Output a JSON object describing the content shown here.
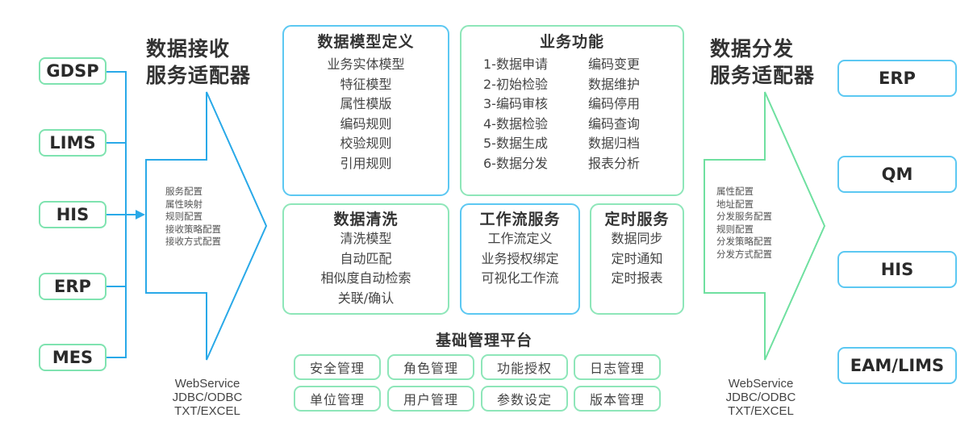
{
  "sources": [
    {
      "label": "GDSP"
    },
    {
      "label": "LIMS"
    },
    {
      "label": "HIS"
    },
    {
      "label": "ERP"
    },
    {
      "label": "MES"
    }
  ],
  "receive_adapter": {
    "title_line1": "数据接收",
    "title_line2": "服务适配器",
    "items": [
      "服务配置",
      "属性映射",
      "规则配置",
      "接收策略配置",
      "接收方式配置"
    ],
    "protocols": [
      "WebService",
      "JDBC/ODBC",
      "TXT/EXCEL"
    ],
    "color": "#29a9e8"
  },
  "data_model": {
    "title": "数据模型定义",
    "items": [
      "业务实体模型",
      "特征模型",
      "属性模版",
      "编码规则",
      "校验规则",
      "引用规则"
    ]
  },
  "business": {
    "title": "业务功能",
    "rows": [
      [
        "1-数据申请",
        "编码变更"
      ],
      [
        "2-初始检验",
        "数据维护"
      ],
      [
        "3-编码审核",
        "编码停用"
      ],
      [
        "4-数据检验",
        "编码查询"
      ],
      [
        "5-数据生成",
        "数据归档"
      ],
      [
        "6-数据分发",
        "报表分析"
      ]
    ]
  },
  "cleansing": {
    "title": "数据清洗",
    "items": [
      "清洗模型",
      "自动匹配",
      "相似度自动检索",
      "关联/确认"
    ]
  },
  "workflow": {
    "title": "工作流服务",
    "items": [
      "工作流定义",
      "业务授权绑定",
      "可视化工作流"
    ]
  },
  "scheduled": {
    "title": "定时服务",
    "items": [
      "数据同步",
      "定时通知",
      "定时报表"
    ]
  },
  "platform": {
    "title": "基础管理平台",
    "buttons": [
      "安全管理",
      "角色管理",
      "功能授权",
      "日志管理",
      "单位管理",
      "用户管理",
      "参数设定",
      "版本管理"
    ]
  },
  "distribute_adapter": {
    "title_line1": "数据分发",
    "title_line2": "服务适配器",
    "items": [
      "属性配置",
      "地址配置",
      "分发服务配置",
      "规则配置",
      "分发策略配置",
      "分发方式配置"
    ],
    "protocols": [
      "WebService",
      "JDBC/ODBC",
      "TXT/EXCEL"
    ],
    "color": "#6fe0a0"
  },
  "targets": [
    {
      "label": "ERP"
    },
    {
      "label": "QM"
    },
    {
      "label": "HIS"
    },
    {
      "label": "EAM/LIMS"
    }
  ],
  "colors": {
    "blue_border": "#5cc8f2",
    "green_border": "#8ee6b9",
    "connector": "#29a9e8"
  }
}
